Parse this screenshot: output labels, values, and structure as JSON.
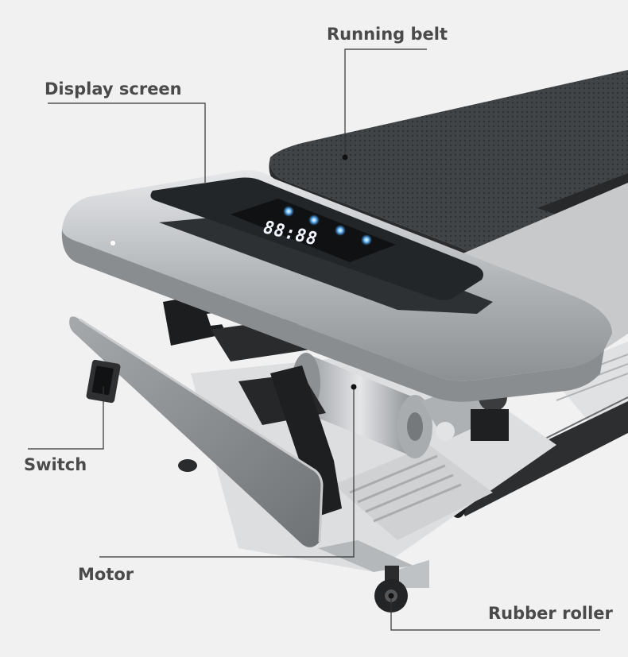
{
  "labels": {
    "running_belt": "Running belt",
    "display_screen": "Display screen",
    "switch": "Switch",
    "motor": "Motor",
    "rubber_roller": "Rubber roller"
  },
  "display": {
    "readout": "88:88"
  },
  "colors": {
    "label_text": "#4a4a4a",
    "leader_line": "#333333",
    "belt": "#3f4244",
    "chassis": "#b9bcbe",
    "display_panel": "#202326",
    "led": "#3aa0ff"
  }
}
